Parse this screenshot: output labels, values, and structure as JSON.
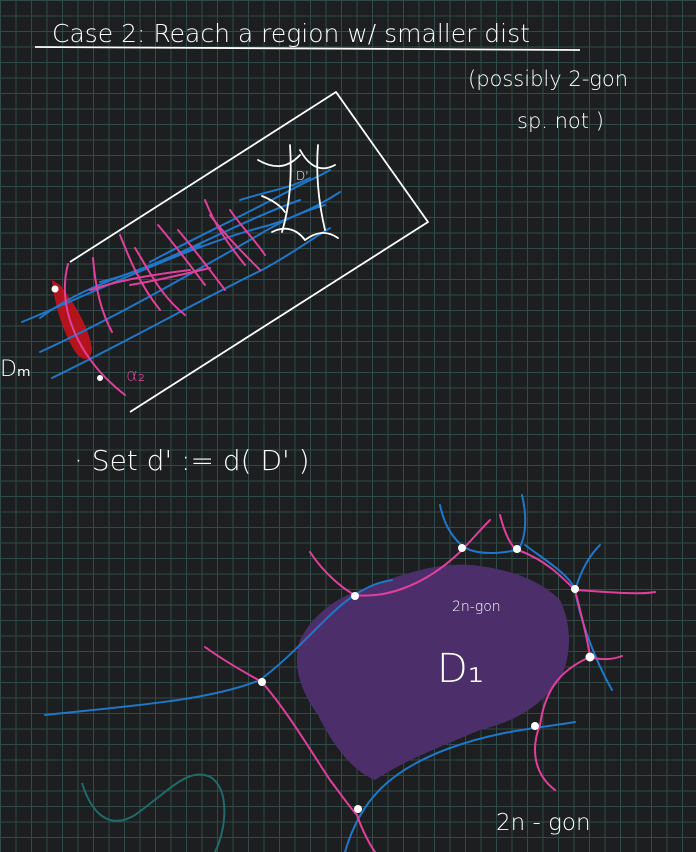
{
  "heading": {
    "text": "Case 2: Reach a region w/ smaller dist"
  },
  "side_note": {
    "line1": "(possibly 2-gon",
    "line2": "sp. not )"
  },
  "top_figure": {
    "region_label": "D'",
    "edge_label": "α₂",
    "disk_label": "Dₘ"
  },
  "statement": {
    "text": "· Set  d' := d( D' )"
  },
  "bottom_figure": {
    "inner_label": "2n-gon",
    "region_label": "D₁",
    "outer_label": "2n - gon"
  },
  "colors": {
    "background": "#1c1e1f",
    "grid": "#2f4a48",
    "ink_white": "#ffffff",
    "ink_blue": "#1f77c9",
    "ink_pink": "#e0409b",
    "fill_red": "#c0141c",
    "fill_purple": "#4b2e6a",
    "ink_teal": "#1f6b6a"
  }
}
